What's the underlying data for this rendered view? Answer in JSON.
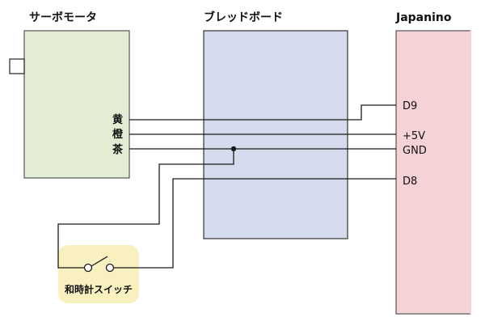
{
  "blocks": {
    "servo": {
      "title": "サーボモータ",
      "fill": "#e3edd3",
      "stroke": "#555555"
    },
    "breadboard": {
      "title": "ブレッドボード",
      "fill": "#d4dbec",
      "stroke": "#333333"
    },
    "japanino": {
      "title": "Japanino",
      "fill": "#f5d2d6",
      "stroke": "#555555"
    }
  },
  "wire_colors": [
    "黄",
    "橙",
    "茶"
  ],
  "pins": [
    "D9",
    "+5V",
    "GND",
    "D8"
  ],
  "switch": {
    "label": "和時計スイッチ",
    "fill": "#f8f0bf"
  }
}
